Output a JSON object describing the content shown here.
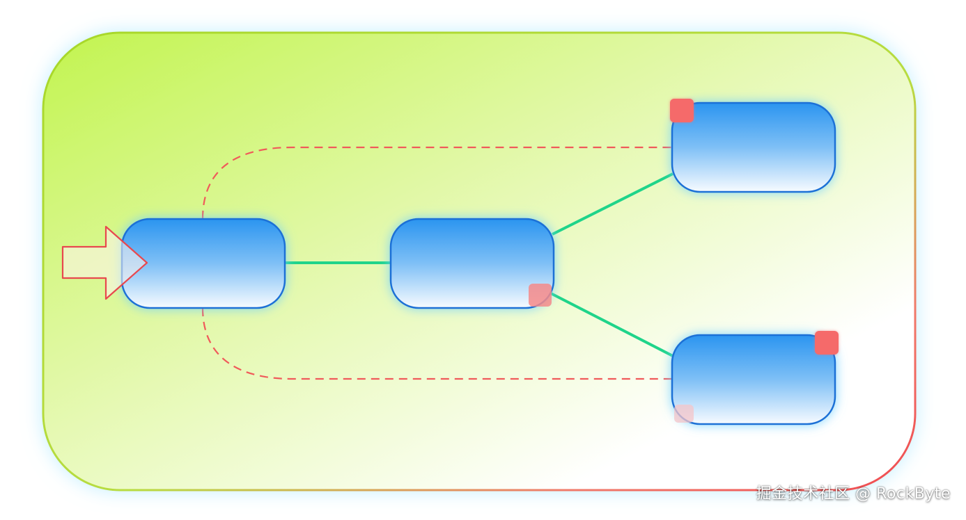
{
  "colors": {
    "frame_border_top": "#a8d82a",
    "frame_border_bottom": "#f05a5a",
    "frame_fill_top_left": "#c8f560",
    "frame_fill_bottom_right": "#ffffff",
    "node_fill_top": "#2b97f0",
    "node_fill_bottom": "#ffffff",
    "node_border": "#1a6fd6",
    "node_glow": "#7fd6ff",
    "solid_edge": "#1fd48a",
    "dashed_edge": "#f05a5a",
    "corner_marker": "#f56a6a",
    "entry_arrow_stroke": "#e8484e",
    "entry_arrow_fill": "#fff3ee"
  },
  "diagram": {
    "nodes": [
      {
        "id": "node-start",
        "label": ""
      },
      {
        "id": "node-middle",
        "label": ""
      },
      {
        "id": "node-top-right",
        "label": ""
      },
      {
        "id": "node-bottom-right",
        "label": ""
      }
    ],
    "edges": [
      {
        "from": "node-start",
        "to": "node-middle",
        "style": "solid"
      },
      {
        "from": "node-middle",
        "to": "node-top-right",
        "style": "solid"
      },
      {
        "from": "node-middle",
        "to": "node-bottom-right",
        "style": "solid"
      },
      {
        "from": "node-start",
        "to": "node-top-right",
        "style": "dashed"
      },
      {
        "from": "node-start",
        "to": "node-bottom-right",
        "style": "dashed"
      }
    ]
  },
  "watermark": {
    "text": "掘金技术社区 @ RockByte"
  }
}
